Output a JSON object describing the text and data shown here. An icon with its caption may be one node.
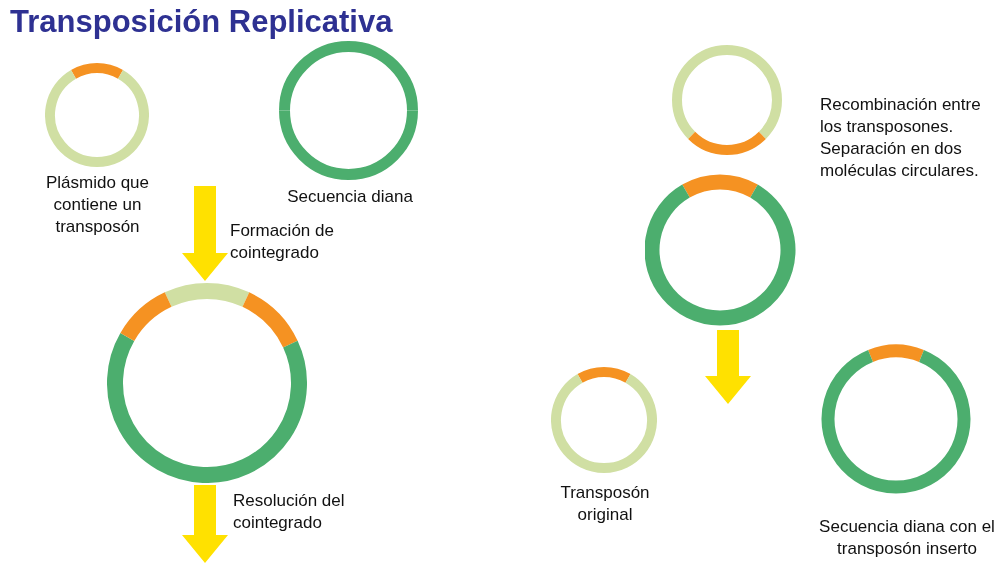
{
  "diagram": {
    "title": "Transposición Replicativa",
    "nodes": [
      {
        "text": [
          "Plásmido que contiene un transposón"
        ]
      },
      {
        "text": [
          "Secuencia diana"
        ]
      },
      {
        "text": [],
        "shape": "circle"
      },
      {
        "text": [
          "Recombinación entre los transposones. Separación en dos moléculas circulares."
        ]
      },
      {
        "text": [
          "Transposón original"
        ]
      },
      {
        "text": [
          "Secuencia diana con el transposón inserto"
        ]
      }
    ],
    "edges": [
      {
        "from": null,
        "to": 2,
        "arrow": "to",
        "label": "Formación de cointegrado",
        "style": "thick"
      },
      {
        "from": 2,
        "to": null,
        "arrow": "to",
        "label": "Resolución del cointegrado",
        "style": "thick"
      },
      {
        "from": 3,
        "to": null,
        "arrow": "to",
        "style": "thick"
      }
    ]
  }
}
